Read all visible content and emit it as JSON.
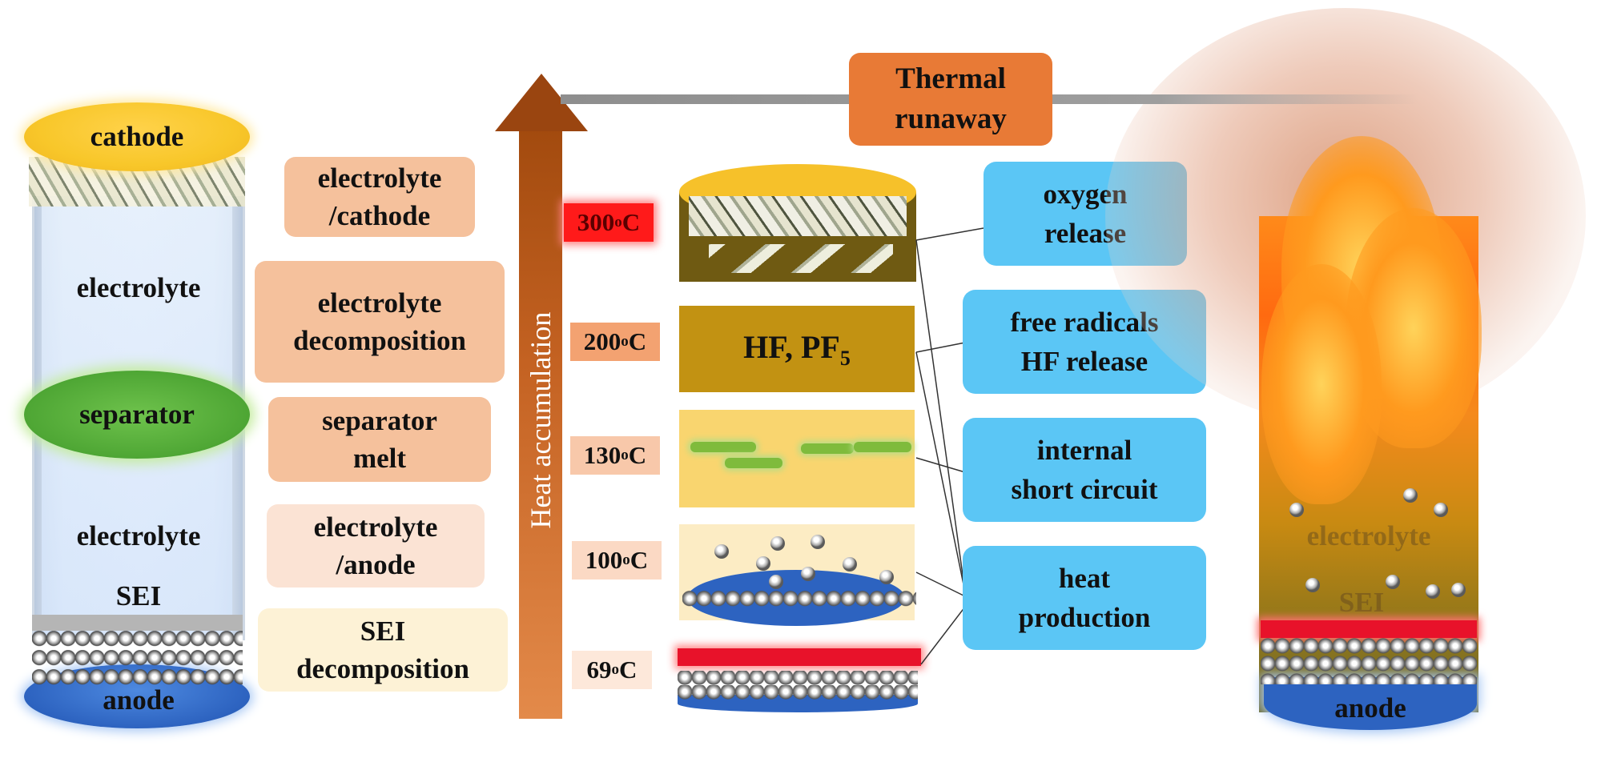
{
  "left_cell": {
    "cathode": "cathode",
    "electrolyte_top": "electrolyte",
    "separator": "separator",
    "electrolyte_bottom": "electrolyte",
    "sei": "SEI",
    "anode": "anode"
  },
  "reactions": [
    {
      "line1": "electrolyte",
      "line2": "/cathode",
      "color": "#f5c19c"
    },
    {
      "line1": "electrolyte",
      "line2": "decomposition",
      "color": "#f5c19c"
    },
    {
      "line1": "separator",
      "line2": "melt",
      "color": "#f5c19c"
    },
    {
      "line1": "electrolyte",
      "line2": "/anode",
      "color": "#fbe3d4"
    },
    {
      "line1": "SEI",
      "line2": "decomposition",
      "color": "#fdf2d6"
    }
  ],
  "arrow_label": "Heat accumulation",
  "temperatures": [
    {
      "num": "300",
      "sup": "o",
      "unit": "C",
      "color": "#ff1a1a"
    },
    {
      "num": "200",
      "sup": "o",
      "unit": "C",
      "color": "#f3a271"
    },
    {
      "num": "130",
      "sup": "o",
      "unit": "C",
      "color": "#f8c8aa"
    },
    {
      "num": "100",
      "sup": "o",
      "unit": "C",
      "color": "#fbd9c4"
    },
    {
      "num": "69",
      "sup": "o",
      "unit": "C",
      "color": "#fde8da"
    }
  ],
  "stack_200_text": "HF, PF",
  "stack_200_sub": "5",
  "effects": [
    {
      "line1": "oxygen",
      "line2": "release"
    },
    {
      "line1": "free radicals",
      "line2": "HF release"
    },
    {
      "line1": "internal",
      "line2": "short circuit"
    },
    {
      "line1": "heat",
      "line2": "production"
    }
  ],
  "thermal_runaway": {
    "line1": "Thermal",
    "line2": "runaway"
  },
  "fire_cell": {
    "electrolyte": "electrolyte",
    "sei": "SEI",
    "anode": "anode"
  },
  "colors": {
    "effect_box": "#5bc6f5",
    "thermal_box": "#e87a36",
    "arrow": "#b85a1c"
  }
}
